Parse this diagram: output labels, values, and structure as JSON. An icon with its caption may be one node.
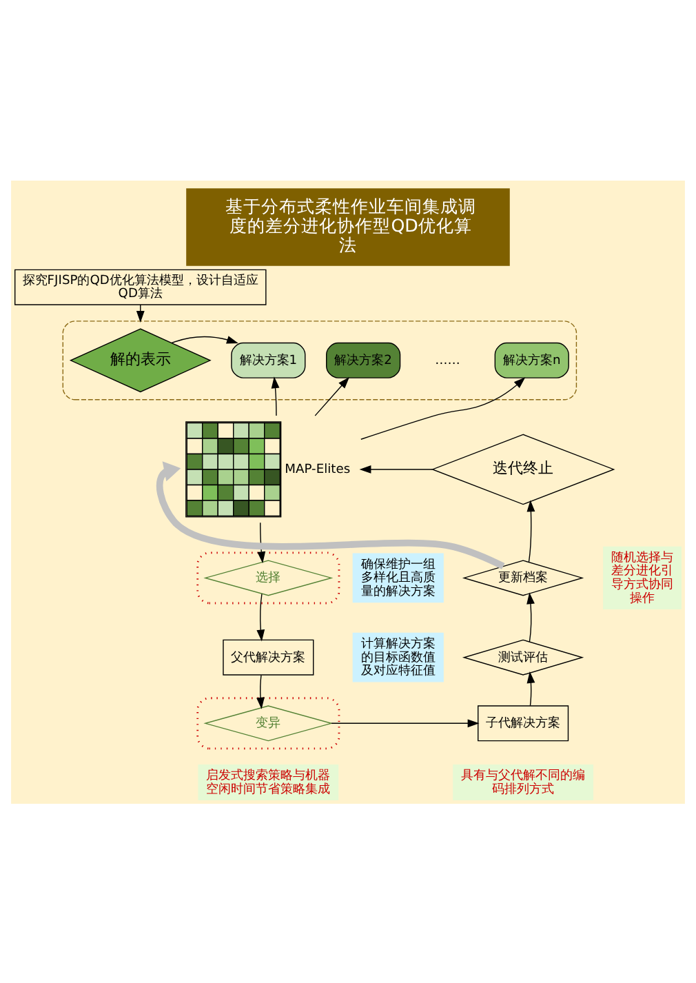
{
  "diagram": {
    "title": "基于分布式柔性作业车间集成调度的差分进化协作型QD优化算法",
    "nodes": [
      {
        "text": [
          "探究FJISP的QD优化算法模型，设计自适应QD算法"
        ]
      },
      {
        "text": [],
        "shape": "box"
      },
      {
        "text": [
          "解的表示"
        ],
        "in": 1
      },
      {
        "text": [
          "解决方案1"
        ],
        "in": 1
      },
      {
        "text": [
          "解决方案2"
        ],
        "in": 1
      },
      {
        "text": [
          "解决方案n"
        ],
        "in": 1
      },
      {
        "text": [
          "MAP-Elites"
        ]
      },
      {
        "text": [
          "迭代终止"
        ]
      },
      {
        "text": [
          "更新档案"
        ]
      },
      {
        "text": [
          "测试评估"
        ]
      },
      {
        "text": [
          "子代解决方案"
        ]
      },
      {
        "text": [],
        "shape": "box"
      },
      {
        "text": [
          "选择"
        ],
        "in": 11
      },
      {
        "text": [
          "父代解决方案"
        ]
      },
      {
        "text": [],
        "shape": "box"
      },
      {
        "text": [
          "变异"
        ],
        "in": 14
      },
      {
        "text": [
          "确保维护一组多样化且高质量的解决方案"
        ]
      },
      {
        "text": [
          "计算解决方案的目标函数值及对应特征值"
        ]
      },
      {
        "text": [
          "随机选择与差分进化引导方式协同操作"
        ]
      },
      {
        "text": [
          "具有与父代解不同的编码排列方式"
        ]
      },
      {
        "text": [
          "启发式搜索策略与机器空闲时间节省策略集成"
        ]
      }
    ],
    "edges": [
      {
        "from": 0,
        "to": 1,
        "arrow": "to"
      },
      {
        "from": 2,
        "to": 3,
        "arrow": "to"
      },
      {
        "from": 6,
        "to": 3,
        "arrow": "to"
      },
      {
        "from": 6,
        "to": 4,
        "arrow": "to"
      },
      {
        "from": 6,
        "to": 5,
        "arrow": "to"
      },
      {
        "from": 7,
        "to": 6,
        "arrow": "to"
      },
      {
        "from": 8,
        "to": 7,
        "arrow": "to"
      },
      {
        "from": 8,
        "to": 6,
        "arrow": "to",
        "style": "thick",
        "color": "#c0c0c0"
      },
      {
        "from": 6,
        "to": 12,
        "arrow": "to"
      },
      {
        "from": 12,
        "to": 13,
        "arrow": "to"
      },
      {
        "from": 13,
        "to": 15,
        "arrow": "to"
      },
      {
        "from": 15,
        "to": 10,
        "arrow": "to"
      },
      {
        "from": 10,
        "to": 9,
        "arrow": "to"
      },
      {
        "from": 9,
        "to": 8,
        "arrow": "to"
      }
    ],
    "labels": [
      "……"
    ]
  }
}
